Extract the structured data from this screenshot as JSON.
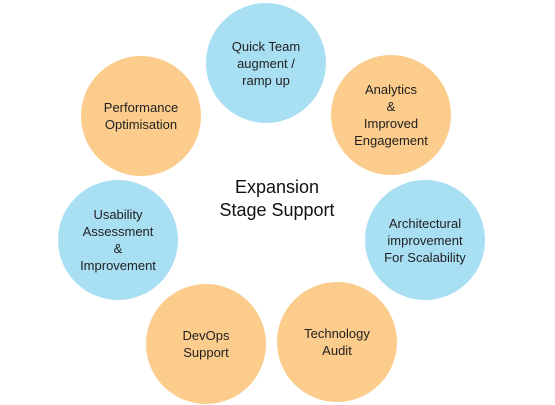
{
  "center": {
    "title": "Expansion\nStage Support"
  },
  "colors": {
    "blue": "#a9dff3",
    "orange": "#fbcc8c"
  },
  "nodes": [
    {
      "label": "Quick Team\naugment /\nramp up",
      "color": "blue"
    },
    {
      "label": "Analytics\n&\nImproved\nEngagement",
      "color": "orange"
    },
    {
      "label": "Architectural\nimprovement\nFor Scalability",
      "color": "blue"
    },
    {
      "label": "Technology\nAudit",
      "color": "orange"
    },
    {
      "label": "DevOps\nSupport",
      "color": "orange"
    },
    {
      "label": "Usability\nAssessment\n&\nImprovement",
      "color": "blue"
    },
    {
      "label": "Performance\nOptimisation",
      "color": "orange"
    }
  ]
}
